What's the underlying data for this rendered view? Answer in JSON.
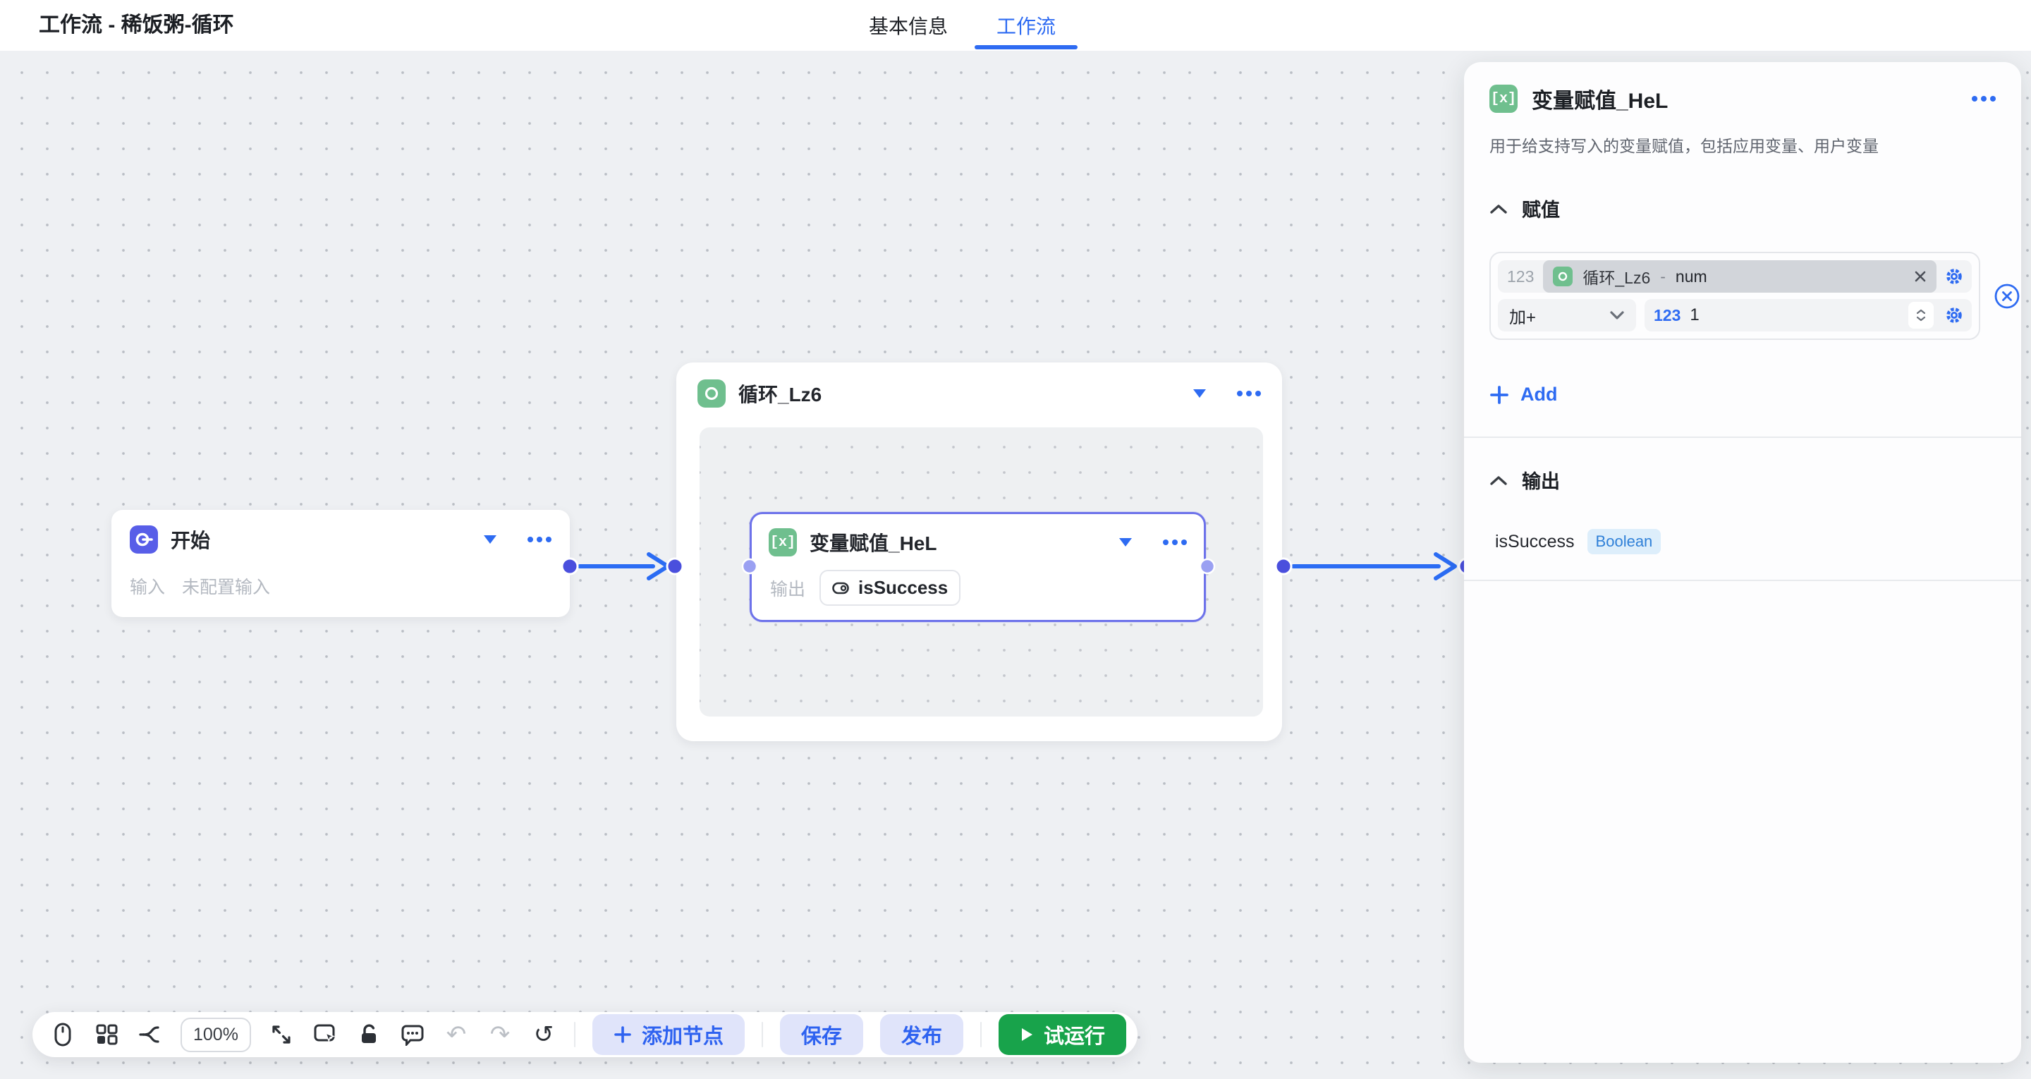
{
  "topbar": {
    "title": "工作流 - 稀饭粥-循环",
    "tabs": [
      {
        "label": "基本信息",
        "active": false
      },
      {
        "label": "工作流",
        "active": true
      }
    ]
  },
  "canvas": {
    "start_node": {
      "title": "开始",
      "input_label": "输入",
      "input_value": "未配置输入"
    },
    "loop_node": {
      "title": "循环_Lz6"
    },
    "assign_node": {
      "title": "变量赋值_HeL",
      "output_label": "输出",
      "output_value": "isSuccess"
    }
  },
  "toolbar": {
    "zoom_value": "100%",
    "undo_glyph": "↶",
    "redo_glyph": "↷",
    "history_glyph": "↺",
    "add_node_label": "添加节点",
    "save_label": "保存",
    "publish_label": "发布",
    "test_run_label": "试运行"
  },
  "panel": {
    "title": "变量赋值_HeL",
    "description": "用于给支持写入的变量赋值，包括应用变量、用户变量",
    "assign": {
      "section_title": "赋值",
      "row": {
        "type_badge": "123",
        "variable_node": "循环_Lz6",
        "separator": "-",
        "variable_field": "num",
        "operator": "加+",
        "value_type": "123",
        "value": "1"
      },
      "add_label": "Add"
    },
    "output": {
      "section_title": "输出",
      "name": "isSuccess",
      "type": "Boolean"
    }
  },
  "colors": {
    "accent_blue": "#2e6bf2",
    "edge_blue": "#2b6cf3",
    "tab_active": "#2e6bf2",
    "start_icon_bg": "#585ee8",
    "green_icon_bg": "#6fbf8e",
    "run_button_green": "#18a34b",
    "button_lavender_bg": "#e0e4fa",
    "selected_node_border": "#6d72ea",
    "port_dark": "#4a4fdd",
    "port_light": "#9aa0f2",
    "canvas_bg": "#eef0f3",
    "boolean_badge_bg": "#ddeefb",
    "boolean_badge_text": "#2f80d8"
  }
}
